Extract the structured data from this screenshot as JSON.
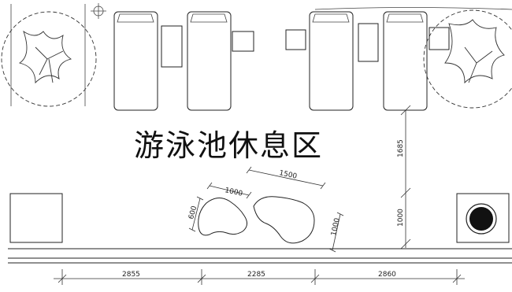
{
  "title": "游泳池休息区",
  "dimensions": {
    "bottom_left": "2855",
    "bottom_mid": "2285",
    "bottom_right": "2860",
    "vertical_upper": "1685",
    "vertical_lower": "1000",
    "stone_1500": "1500",
    "stone_1000_top": "1000",
    "stone_600": "600",
    "stone_1000_right": "1000"
  }
}
